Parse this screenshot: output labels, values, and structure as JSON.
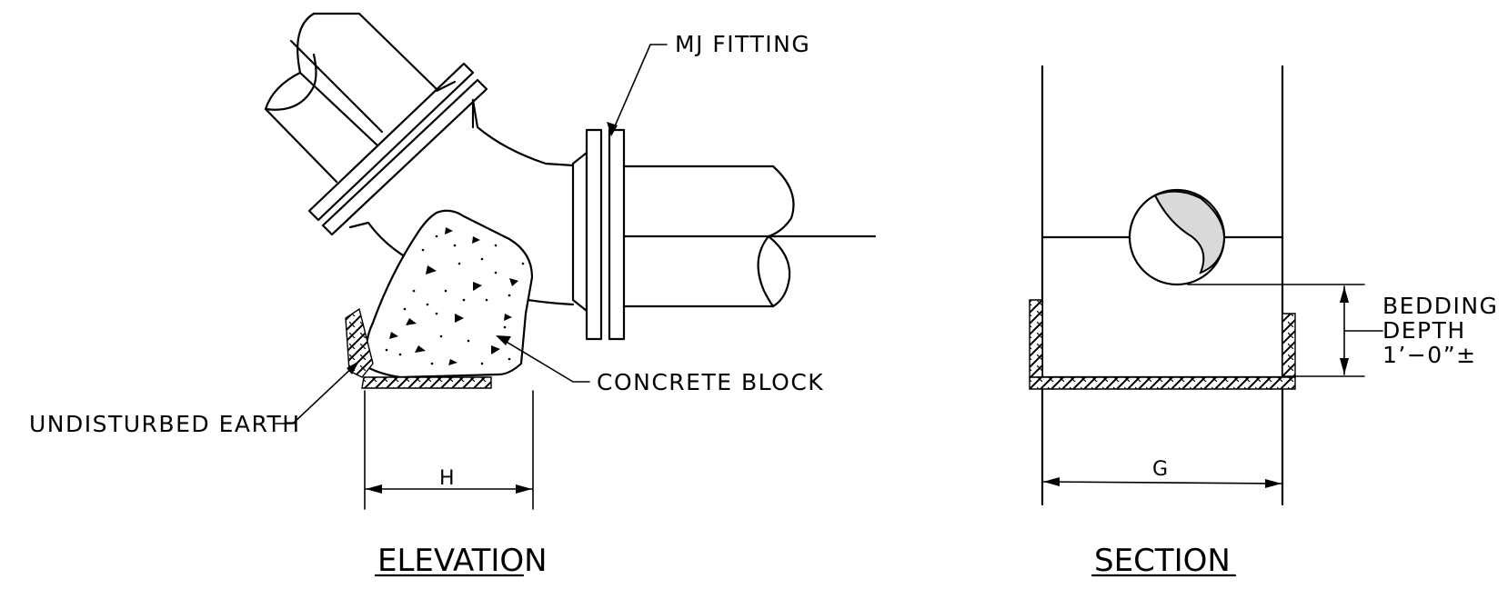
{
  "elevation": {
    "title": "ELEVATION",
    "label_mj_fitting": "MJ  FITTING",
    "label_concrete_block": "CONCRETE  BLOCK",
    "label_undisturbed_earth": "UNDISTURBED  EARTH",
    "dim_h": "H"
  },
  "section": {
    "title": "SECTION",
    "label_bedding_line1": "BEDDING",
    "label_bedding_line2": "DEPTH",
    "label_bedding_line3": "1’−0”±",
    "dim_g": "G"
  },
  "colors": {
    "ink": "#000000",
    "pipe_shade": "#d9d9d9",
    "background": "#ffffff"
  }
}
